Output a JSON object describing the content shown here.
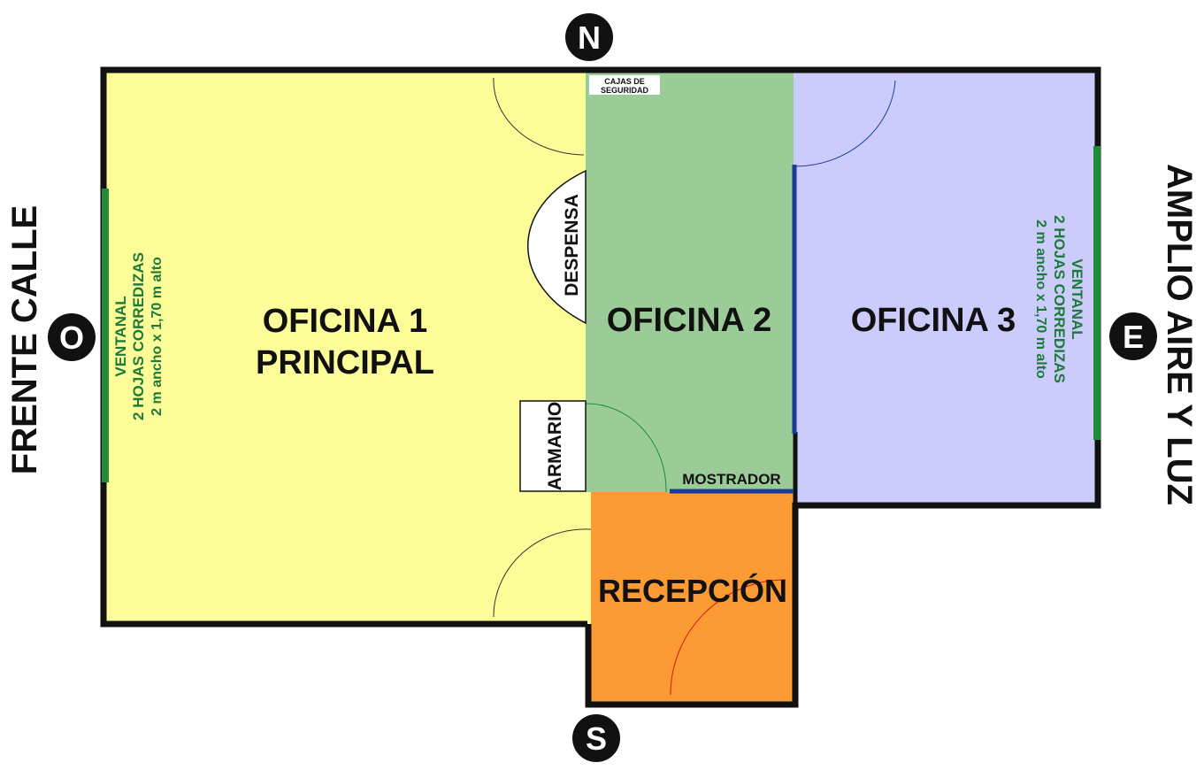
{
  "rooms": {
    "oficina1_line1": "OFICINA 1",
    "oficina1_line2": "PRINCIPAL",
    "oficina2": "OFICINA 2",
    "oficina3": "OFICINA 3",
    "recepcion": "RECEPCIÓN"
  },
  "fixtures": {
    "despensa": "DESPENSA",
    "armario": "ARMARIO",
    "mostrador": "MOSTRADOR",
    "cajas_line1": "CAJAS DE",
    "cajas_line2": "SEGURIDAD"
  },
  "windows": {
    "west": {
      "line1": "VENTANAL",
      "line2": "2 HOJAS CORREDIZAS",
      "line3": "2 m ancho x 1,70 m alto"
    },
    "east": {
      "line1": "VENTANAL",
      "line2": "2 HOJAS CORREDIZAS",
      "line3": "2 m ancho x 1,70 m alto"
    }
  },
  "sides": {
    "west": "FRENTE CALLE",
    "east": "AMPLIO AIRE Y LUZ"
  },
  "compass": {
    "north": "N",
    "south": "S",
    "east": "E",
    "west": "O"
  },
  "colors": {
    "oficina1": "#fcfc98",
    "oficina2": "#9bcc98",
    "oficina3": "#ccccfc",
    "recepcion": "#fc9a34",
    "walls": "#111111",
    "window": "#1e8c3a",
    "mostrador": "#1a3a9c"
  }
}
